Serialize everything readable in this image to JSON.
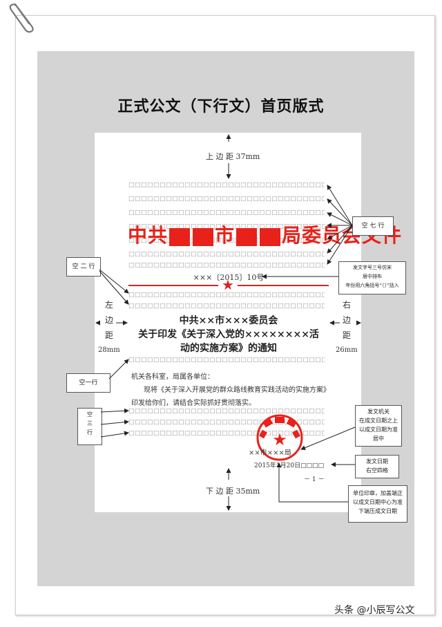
{
  "title": "正式公文（下行文）首页版式",
  "margins": {
    "top": "上 边 距 37mm",
    "bottom": "下 边 距 35mm",
    "left_lines": [
      "左",
      "边",
      "距",
      "28mm"
    ],
    "right_lines": [
      "右",
      "边",
      "距",
      "26mm"
    ]
  },
  "placeholder_row": "□□□□□□□□□□□□□□□□□□□□□□□□□□□□□□□□",
  "red_header": {
    "part1": "中共",
    "part2": "市",
    "part3": "局委员会文件"
  },
  "doc_number": "×××〔2015〕10号",
  "heading": {
    "line1": "中共××市×××委员会",
    "line2": "关于印发《关于深入党的××××××××活",
    "line3": "动的实施方案》的通知"
  },
  "body": {
    "addressee": "机关各科室，局属各单位：",
    "para1": "现将《关于深入开展党的群众路线教育实践活动的实施方案》",
    "para2": "印发给你们，请结合实际抓好贯彻落实。"
  },
  "signature": {
    "org": "××市×××局",
    "date": "2015年1月20日□□□□",
    "page_num": "－ 1 －"
  },
  "notes": {
    "seven_lines": "空 七 行",
    "two_lines": "空 二 行",
    "one_line": "空一行",
    "three_lines": [
      "空",
      "三",
      "行"
    ],
    "doc_number_note": [
      "发文字号三号仿宋",
      "居中排布",
      "年份用六角括号“〔〕”括入"
    ],
    "sender_note": [
      "发文机关",
      "在成文日期之上",
      "以成文日期为准",
      "居中"
    ],
    "date_note": [
      "发文日期",
      "右空四格"
    ],
    "seal_note": [
      "单位印章，加盖端正",
      "以成文日期中心为准",
      "下端压成文日期"
    ]
  },
  "watermark": "头条 @小辰写公文",
  "colors": {
    "red": "#e8211a",
    "grey_bg": "#d4d4d4"
  }
}
